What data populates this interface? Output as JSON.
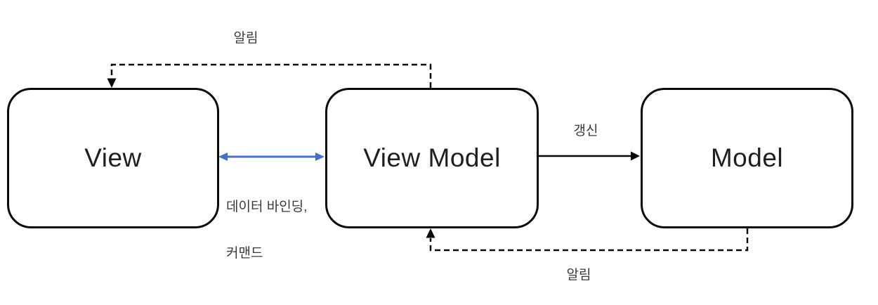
{
  "boxes": {
    "view": {
      "label": "View"
    },
    "view_model": {
      "label": "View Model"
    },
    "model": {
      "label": "Model"
    }
  },
  "connectors": {
    "notify_top": {
      "label": "알림",
      "style": "dashed",
      "direction": "View Model → View"
    },
    "data_binding": {
      "label_line1": "데이터 바인딩,",
      "label_line2": "커맨드",
      "style": "solid double-headed",
      "direction": "View ↔ View Model"
    },
    "update": {
      "label": "갱신",
      "style": "solid",
      "direction": "View Model → Model"
    },
    "notify_bottom": {
      "label": "알림",
      "style": "dashed",
      "direction": "Model → View Model"
    }
  },
  "colors": {
    "background": "#ffffff",
    "stroke": "#0a0a0a",
    "accent_blue": "#4472C4",
    "label_text": "#3a3a3a"
  }
}
